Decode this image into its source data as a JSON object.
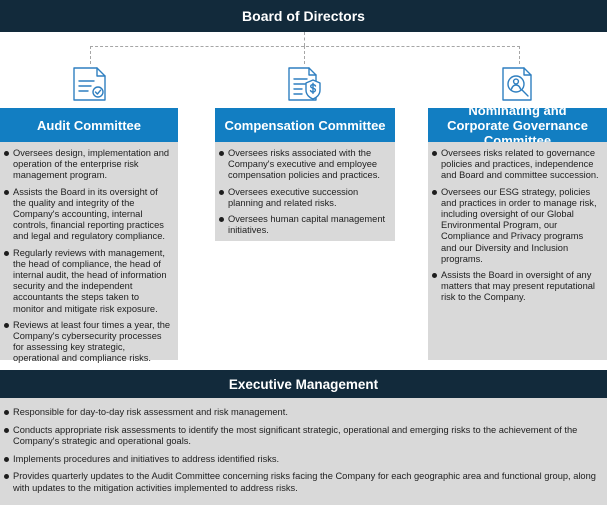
{
  "board": {
    "title": "Board of Directors"
  },
  "committees": [
    {
      "title": "Audit Committee",
      "icon": "document-check-icon",
      "bullets": [
        "Oversees design, implementation and operation of the enterprise risk management program.",
        "Assists the Board in its oversight of the quality and integrity of the Company's accounting, internal controls, financial reporting practices and legal and regulatory compliance.",
        "Regularly reviews with management, the head of compliance, the head of internal audit, the head of information security and the independent accountants the steps taken to monitor and mitigate risk exposure.",
        "Reviews at least four times a year, the Company's cybersecurity processes for assessing key strategic, operational and compliance risks."
      ]
    },
    {
      "title": "Compensation Committee",
      "icon": "document-dollar-shield-icon",
      "bullets": [
        "Oversees risks associated with the Company's executive and employee compensation policies and practices.",
        "Oversees executive succession planning and related risks.",
        "Oversees human capital management initiatives."
      ]
    },
    {
      "title": "Nominating and Corporate Governance Committee",
      "icon": "document-person-magnifier-icon",
      "bullets": [
        "Oversees risks related to governance policies and practices, independence and Board and committee succession.",
        "Oversees our ESG strategy, policies and practices in order to manage risk, including oversight of our Global Environmental Program, our Compliance and Privacy programs and our Diversity and Inclusion programs.",
        "Assists the Board in oversight of any matters that may present reputational risk to the Company."
      ]
    }
  ],
  "executive": {
    "title": "Executive Management",
    "bullets": [
      "Responsible for day-to-day risk assessment and risk management.",
      "Conducts appropriate risk assessments to identify the most significant strategic, operational and emerging risks to the achievement of the Company's strategic and operational goals.",
      "Implements procedures and initiatives to address identified risks.",
      "Provides quarterly updates to the Audit Committee concerning risks facing the Company for each geographic area and functional group, along with updates to the mitigation activities implemented to address risks."
    ]
  },
  "colors": {
    "dark_band": "#122a3b",
    "committee_blue": "#127ec2",
    "box_gray": "#d9d9d9",
    "icon_blue": "#2f7fc0"
  }
}
